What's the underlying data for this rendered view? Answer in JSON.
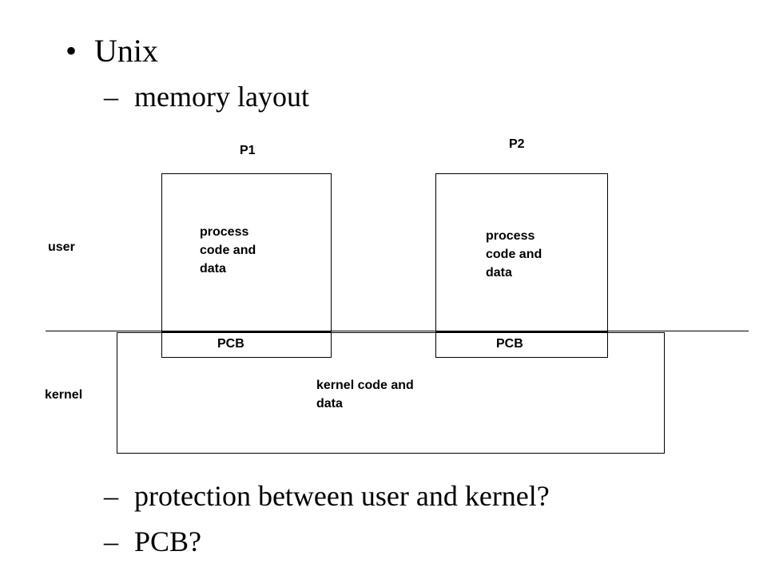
{
  "slide": {
    "title_bullet": "•",
    "title": "Unix",
    "dash": "–",
    "sub1": "memory layout",
    "sub2": "protection between user and kernel?",
    "sub3": "PCB?"
  },
  "diagram": {
    "p1_label": "P1",
    "p2_label": "P2",
    "p1_content": "process\ncode and\ndata",
    "p2_content": "process\ncode and\ndata",
    "p1_pcb": "PCB",
    "p2_pcb": "PCB",
    "user_label": "user",
    "kernel_label": "kernel",
    "kernel_content": "kernel code and\ndata"
  }
}
